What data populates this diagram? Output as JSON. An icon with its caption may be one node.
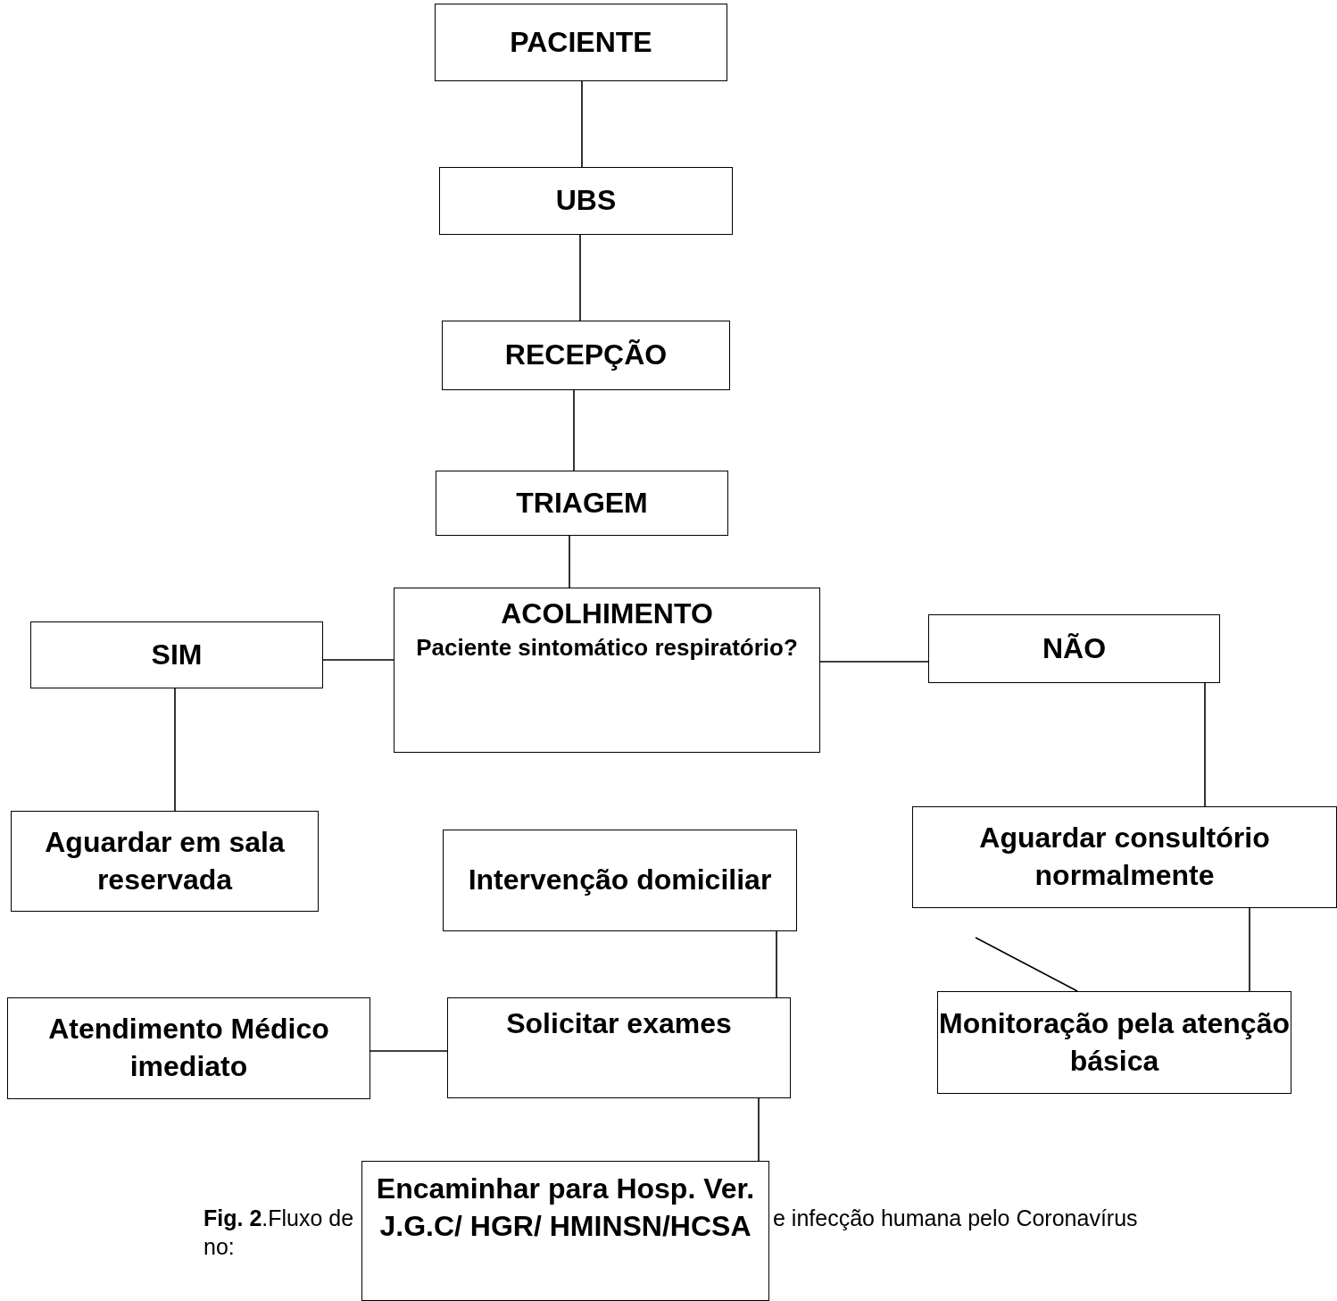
{
  "diagram": {
    "nodes": [
      {
        "text": [
          "PACIENTE"
        ]
      },
      {
        "text": [
          "UBS"
        ]
      },
      {
        "text": [
          "RECEPÇÃO"
        ]
      },
      {
        "text": [
          "TRIAGEM"
        ]
      },
      {
        "text": [
          "ACOLHIMENTO",
          "Paciente sintomático respiratório?"
        ]
      },
      {
        "text": [
          "SIM"
        ]
      },
      {
        "text": [
          "NÃO"
        ]
      },
      {
        "text": [
          "Aguardar em sala reservada"
        ]
      },
      {
        "text": [
          "Intervenção domiciliar"
        ]
      },
      {
        "text": [
          "Aguardar consultório normalmente"
        ]
      },
      {
        "text": [
          "Atendimento Médico imediato"
        ]
      },
      {
        "text": [
          "Solicitar exames"
        ]
      },
      {
        "text": [
          "Monitoração pela atenção básica"
        ]
      },
      {
        "text": [
          "Encaminhar para Hosp. Ver. J.G.C/ HGR/ HMINSN/HCSA"
        ]
      }
    ],
    "edges": [
      {
        "from": 0,
        "to": 1,
        "arrow": "none"
      },
      {
        "from": 1,
        "to": 2,
        "arrow": "none"
      },
      {
        "from": 2,
        "to": 3,
        "arrow": "none"
      },
      {
        "from": 3,
        "to": 4,
        "arrow": "none"
      },
      {
        "from": 4,
        "to": 5,
        "arrow": "none"
      },
      {
        "from": 4,
        "to": 6,
        "arrow": "none"
      },
      {
        "from": 5,
        "to": 7,
        "arrow": "none"
      },
      {
        "from": 6,
        "to": 9,
        "arrow": "none"
      },
      {
        "from": 9,
        "to": 12,
        "arrow": "none"
      },
      {
        "from": null,
        "to": 12,
        "arrow": "none"
      },
      {
        "from": 8,
        "to": 11,
        "arrow": "none"
      },
      {
        "from": 11,
        "to": 10,
        "arrow": "none"
      },
      {
        "from": 11,
        "to": 13,
        "arrow": "none"
      }
    ],
    "labels": [
      "**Fig. 2**.Fluxo de",
      "e infecção humana pelo Coronavírus",
      "no:"
    ]
  }
}
